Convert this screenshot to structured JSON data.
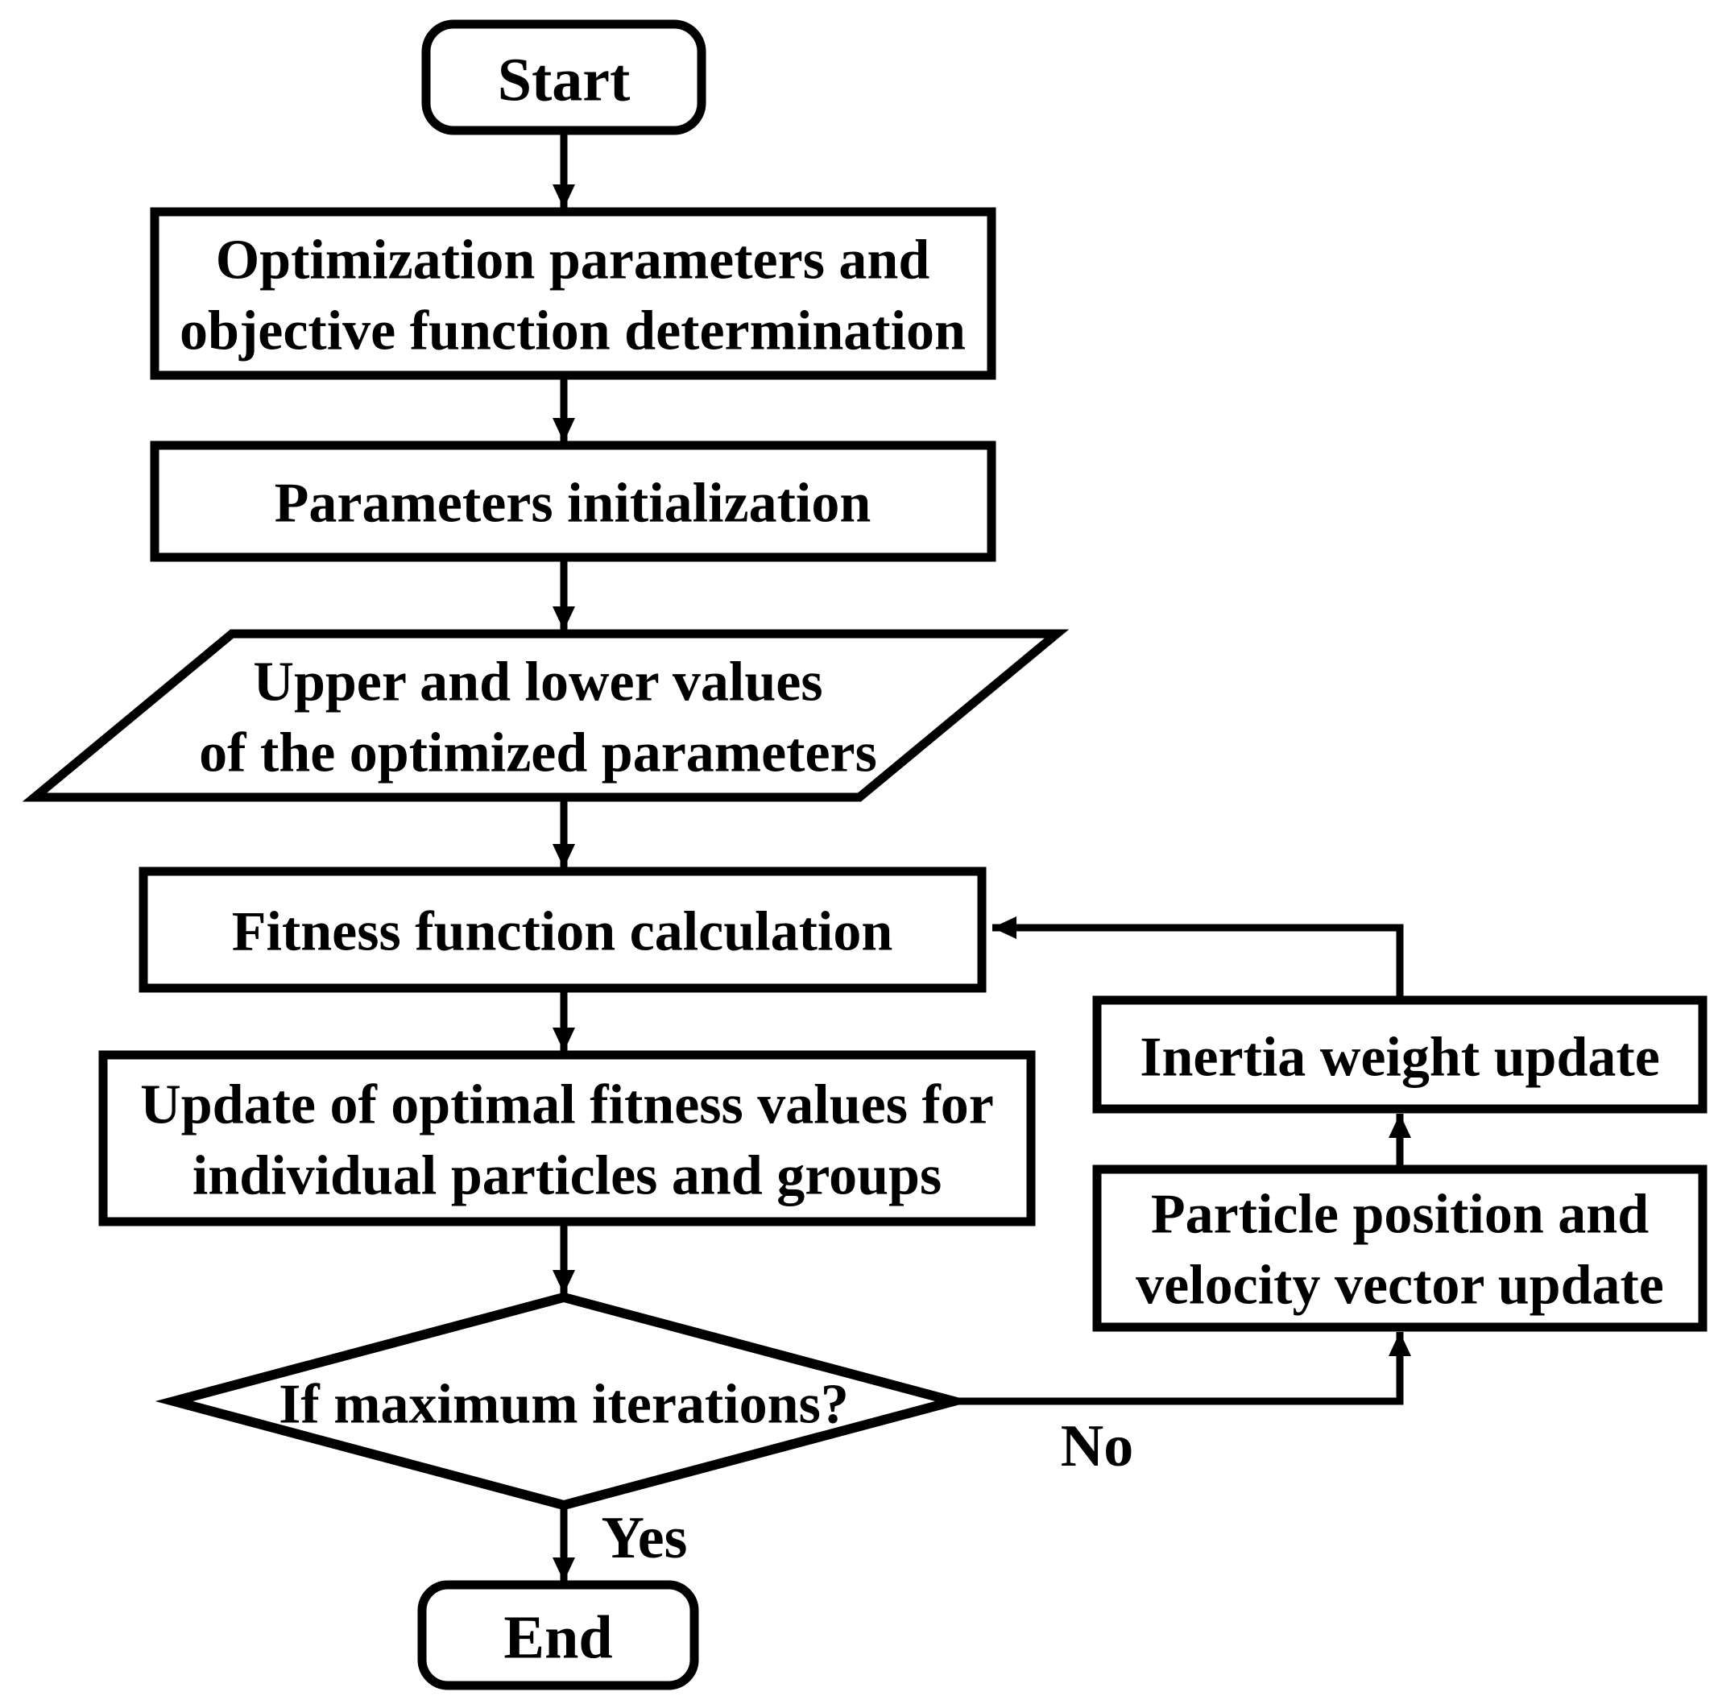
{
  "diagram": {
    "type": "flowchart",
    "description": "Particle swarm optimization algorithm flowchart",
    "colors": {
      "ink": "#000000",
      "paper": "#ffffff"
    },
    "nodes": {
      "start": {
        "type": "terminator",
        "label": "Start"
      },
      "opt_params": {
        "type": "process",
        "line1": "Optimization parameters and",
        "line2": "objective function determination"
      },
      "param_init": {
        "type": "process",
        "label": "Parameters initialization"
      },
      "bounds": {
        "type": "data",
        "line1": "Upper and lower values",
        "line2": "of the optimized parameters"
      },
      "fitness": {
        "type": "process",
        "label": "Fitness function calculation"
      },
      "update_optimal": {
        "type": "process",
        "line1": "Update of optimal fitness values for",
        "line2": "individual particles and groups"
      },
      "max_iterations": {
        "type": "decision",
        "label": "If maximum iterations?"
      },
      "end": {
        "type": "terminator",
        "label": "End"
      },
      "particle_update": {
        "type": "process",
        "line1": "Particle position and",
        "line2": "velocity vector update"
      },
      "inertia_update": {
        "type": "process",
        "label": "Inertia weight update"
      }
    },
    "edges": {
      "yes_label": "Yes",
      "no_label": "No"
    }
  }
}
